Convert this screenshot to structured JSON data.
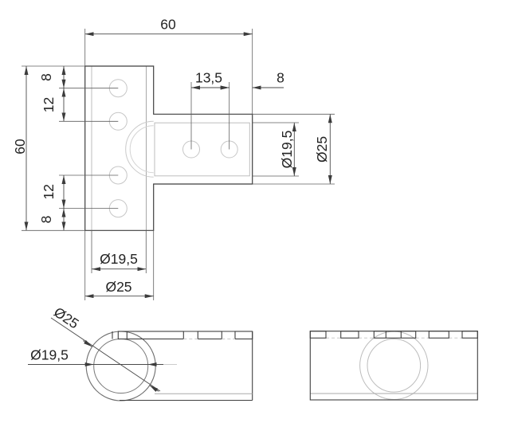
{
  "drawing": {
    "dimensions": {
      "front_width": "60",
      "front_height": "60",
      "upright_hole_edge_top": "8",
      "upright_hole_pitch_top": "12",
      "upright_hole_pitch_bottom": "12",
      "upright_hole_edge_bottom": "8",
      "arm_hole_pitch": "13,5",
      "arm_hole_edge": "8",
      "arm_bore_dia": "Ø19,5",
      "arm_outer_dia": "Ø25",
      "upright_bore_dia": "Ø19,5",
      "upright_outer_dia": "Ø25",
      "side_outer_dia": "Ø25",
      "side_bore_dia": "Ø19,5"
    },
    "colors": {
      "background": "#ffffff",
      "outline": "#3f3f3f",
      "hidden_line": "#bdbdbd",
      "dimension_line": "#4a4a4a",
      "text": "#242424"
    }
  }
}
